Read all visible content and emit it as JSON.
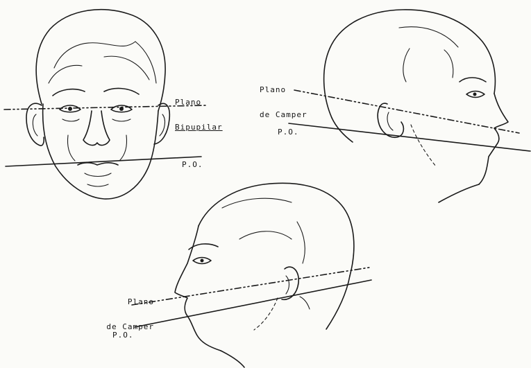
{
  "figure": {
    "ink_color": "#1a1a1a",
    "background_color": "#fbfbf8"
  },
  "views": {
    "frontal": {
      "plane_label_line1": "Plano",
      "plane_label_line2": "Bipupilar",
      "occlusal_label": "P.O."
    },
    "profile_upper": {
      "plane_label_line1": "Plano",
      "plane_label_line2": "de Camper",
      "occlusal_label": "P.O."
    },
    "profile_lower": {
      "plane_label_line1": "Plano",
      "plane_label_line2": "de Camper",
      "occlusal_label": "P.O."
    }
  }
}
